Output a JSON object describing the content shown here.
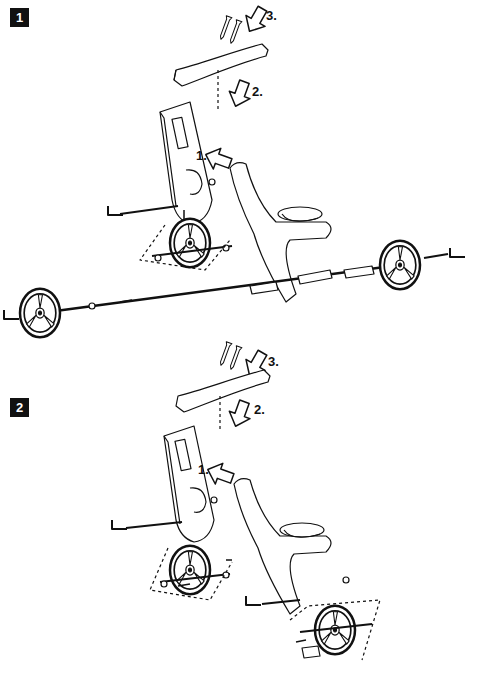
{
  "diagram": {
    "nodes": [
      {
        "text": [
          "1"
        ]
      },
      {
        "text": [
          "2"
        ]
      }
    ],
    "labels": [
      "3.",
      "2.",
      "1.",
      "3.",
      "2.",
      "1."
    ]
  }
}
